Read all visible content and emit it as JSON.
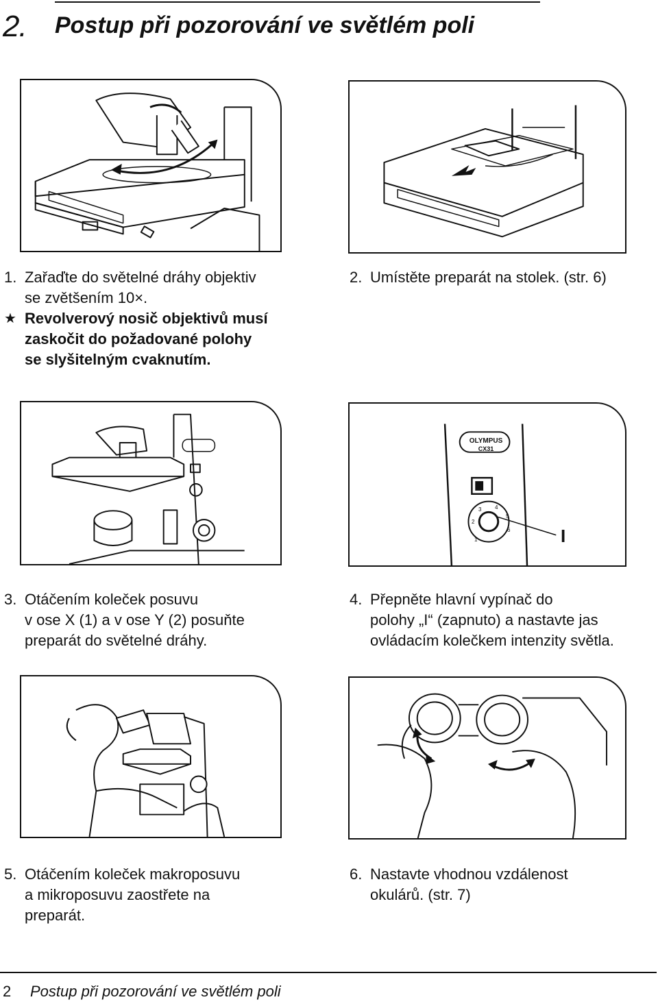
{
  "header": {
    "section_number": "2.",
    "title": "Postup při pozorování ve světlém poli"
  },
  "panel4": {
    "brand": "OLYMPUS",
    "model": "CX31",
    "switch_mark": "I",
    "dial_ticks": [
      "1",
      "2",
      "3",
      "4",
      "5",
      "6"
    ]
  },
  "steps": {
    "s1": {
      "number": "1.",
      "lines": [
        "Zařaďte do světelné dráhy objektiv",
        "se zvětšením 10×."
      ],
      "note": {
        "symbol": "★",
        "lines": [
          "Revolverový nosič objektivů musí",
          "zaskočit do požadované polohy",
          "se slyšitelným cvaknutím."
        ]
      }
    },
    "s2": {
      "number": "2.",
      "lines": [
        "Umístěte preparát na stolek. (str. 6)"
      ]
    },
    "s3": {
      "number": "3.",
      "lines": [
        "Otáčením koleček posuvu",
        "v ose X (1) a v ose Y (2) posuňte",
        "preparát do světelné dráhy."
      ]
    },
    "s4": {
      "number": "4.",
      "lines": [
        "Přepněte hlavní vypínač do",
        "polohy „I“ (zapnuto) a nastavte jas",
        "ovládacím kolečkem intenzity světla."
      ]
    },
    "s5": {
      "number": "5.",
      "lines": [
        "Otáčením koleček makroposuvu",
        "a mikroposuvu zaostřete na",
        "preparát."
      ]
    },
    "s6": {
      "number": "6.",
      "lines": [
        "Nastavte vhodnou vzdálenost",
        "okulárů. (str. 7)"
      ]
    }
  },
  "footer": {
    "page_number": "2",
    "title": "Postup při pozorování ve světlém poli"
  }
}
